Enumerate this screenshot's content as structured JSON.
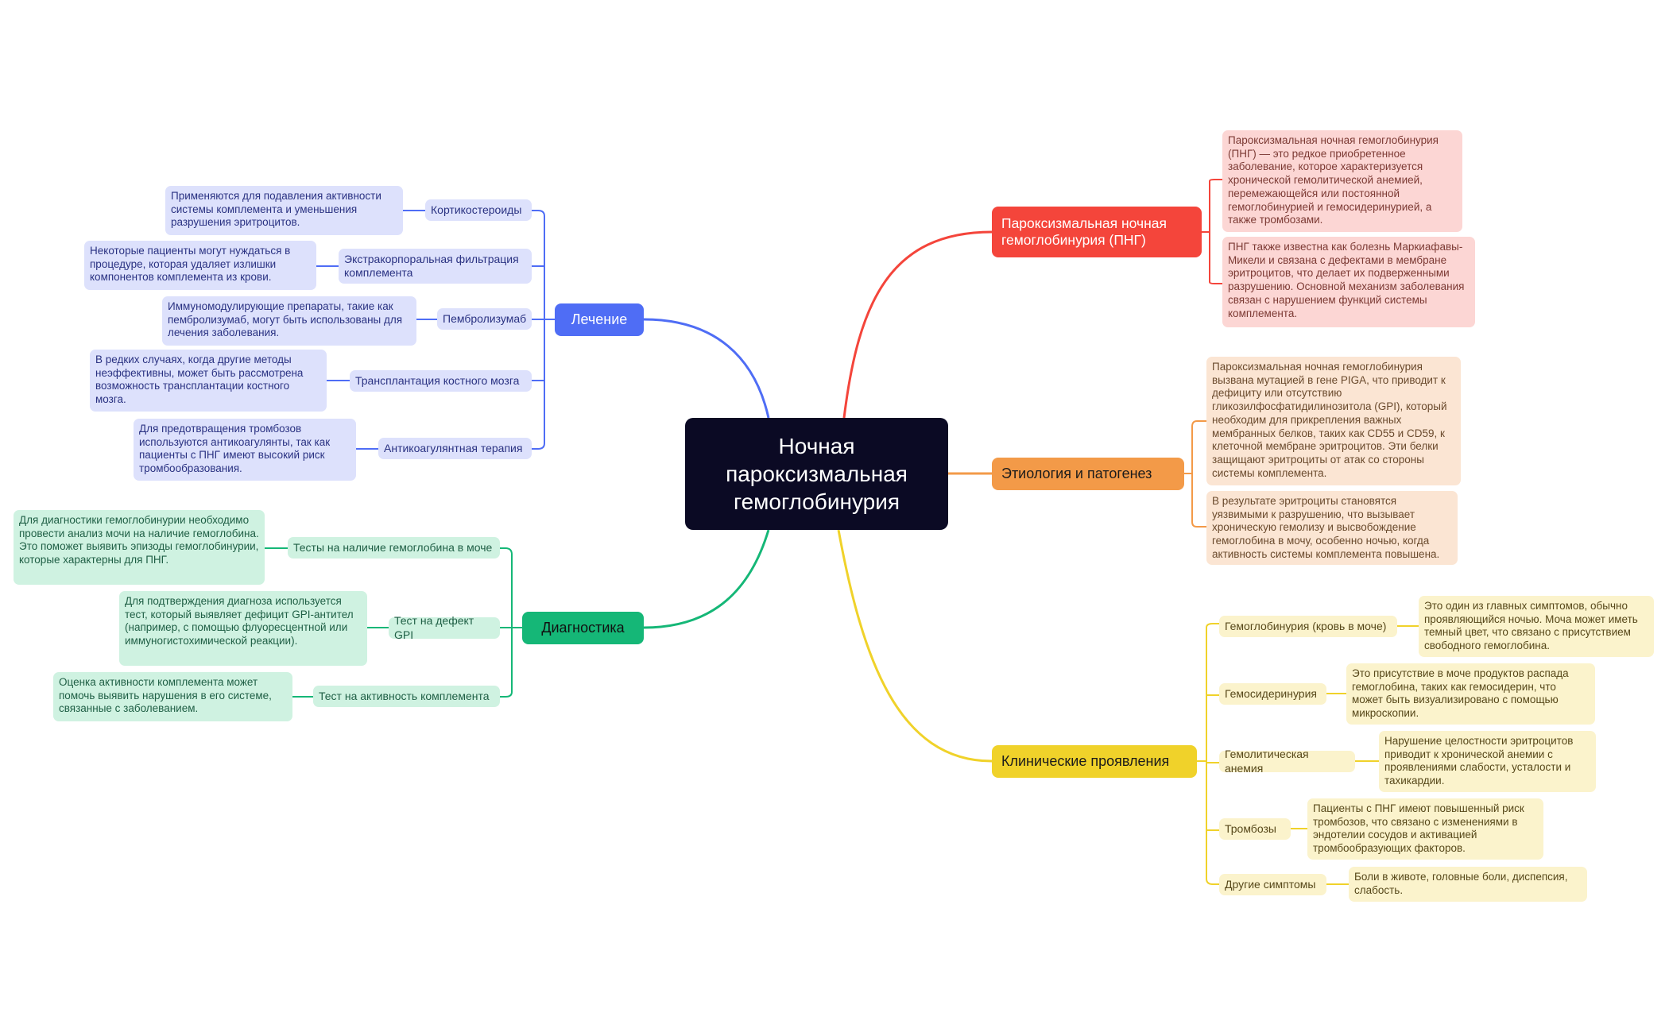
{
  "root": {
    "title": "Ночная пароксизмальная гемоглобинурия"
  },
  "branches": {
    "definition": {
      "title": "Пароксизмальная ночная гемоглобинурия (ПНГ)",
      "notes": [
        "Пароксизмальная ночная гемоглобинурия (ПНГ) — это редкое приобретенное заболевание, которое характеризуется хронической гемолитической анемией, перемежающейся или постоянной гемоглобинурией и гемосидеринурией, а также тромбозами.",
        "ПНГ также известна как болезнь Маркиафавы-Микели и связана с дефектами в мембране эритроцитов, что делает их подверженными разрушению. Основной механизм заболевания связан с нарушением функций системы комплемента."
      ]
    },
    "etiology": {
      "title": "Этиология и патогенез",
      "notes": [
        "Пароксизмальная ночная гемоглобинурия вызвана мутацией в гене PIGA, что приводит к дефициту или отсутствию гликозилфосфатидилинозитола (GPI), который необходим для прикрепления важных мембранных белков, таких как CD55 и CD59, к клеточной мембране эритроцитов. Эти белки защищают эритроциты от атак со стороны системы комплемента.",
        "В результате эритроциты становятся уязвимыми к разрушению, что вызывает хроническую гемолизу и высвобождение гемоглобина в мочу, особенно ночью, когда активность системы комплемента повышена."
      ]
    },
    "clinical": {
      "title": "Клинические проявления",
      "items": [
        {
          "label": "Гемоглобинурия (кровь в моче)",
          "note": "Это один из главных симптомов, обычно проявляющийся ночью. Моча может иметь темный цвет, что связано с присутствием свободного гемоглобина."
        },
        {
          "label": "Гемосидеринурия",
          "note": "Это присутствие в моче продуктов распада гемоглобина, таких как гемосидерин, что может быть визуализировано с помощью микроскопии."
        },
        {
          "label": "Гемолитическая анемия",
          "note": "Нарушение целостности эритроцитов приводит к хронической анемии с проявлениями слабости, усталости и тахикардии."
        },
        {
          "label": "Тромбозы",
          "note": "Пациенты с ПНГ имеют повышенный риск тромбозов, что связано с изменениями в эндотелии сосудов и активацией тромбообразующих факторов."
        },
        {
          "label": "Другие симптомы",
          "note": "Боли в животе, головные боли, диспепсия, слабость."
        }
      ]
    },
    "treatment": {
      "title": "Лечение",
      "items": [
        {
          "label": "Кортикостероиды",
          "note": "Применяются для подавления активности системы комплемента и уменьшения разрушения эритроцитов."
        },
        {
          "label": "Экстракорпоральная фильтрация комплемента",
          "note": "Некоторые пациенты могут нуждаться в процедуре, которая удаляет излишки компонентов комплемента из крови."
        },
        {
          "label": "Пембролизумаб",
          "note": "Иммуномодулирующие препараты, такие как пембролизумаб, могут быть использованы для лечения заболевания."
        },
        {
          "label": "Трансплантация костного мозга",
          "note": "В редких случаях, когда другие методы неэффективны, может быть рассмотрена возможность трансплантации костного мозга."
        },
        {
          "label": "Антикоагулянтная терапия",
          "note": "Для предотвращения тромбозов используются антикоагулянты, так как пациенты с ПНГ имеют высокий риск тромбообразования."
        }
      ]
    },
    "diagnostics": {
      "title": "Диагностика",
      "items": [
        {
          "label": "Тесты на наличие гемоглобина в моче",
          "note": "Для диагностики гемоглобинурии необходимо провести анализ мочи на наличие гемоглобина. Это поможет выявить эпизоды гемоглобинурии, которые характерны для ПНГ."
        },
        {
          "label": "Тест на дефект GPI",
          "note": "Для подтверждения диагноза используется тест, который выявляет дефицит GPI-антител (например, с помощью флуоресцентной или иммуногистохимической реакции)."
        },
        {
          "label": "Тест на активность комплемента",
          "note": "Оценка активности комплемента может помочь выявить нарушения в его системе, связанные с заболеванием."
        }
      ]
    }
  },
  "colors": {
    "root": "#0b0a24",
    "definition": "#f4453b",
    "etiology": "#f39a48",
    "clinical": "#f0d22a",
    "treatment": "#4f6df5",
    "diagnostics": "#15b777"
  }
}
